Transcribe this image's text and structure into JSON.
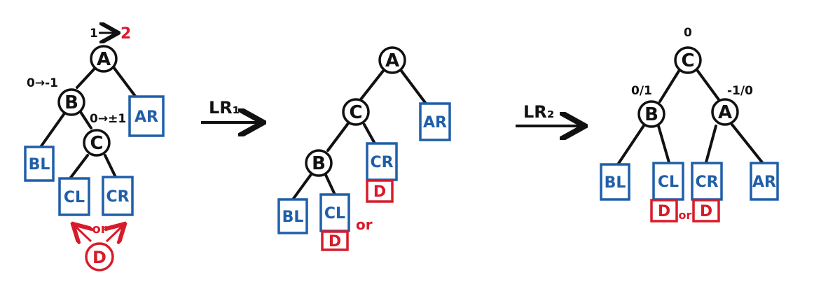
{
  "colors": {
    "ink": "#111111",
    "blue": "#1f5fa8",
    "red": "#d81b2a"
  },
  "arrows": {
    "lr1": "LR₁",
    "lr2": "LR₂"
  },
  "panel1": {
    "root_balance_old": "1",
    "root_balance_new": "2",
    "b_balance": "0→-1",
    "c_balance": "0→±1",
    "node_a": "A",
    "node_b": "B",
    "node_c": "C",
    "box_ar": "AR",
    "box_bl": "BL",
    "box_cl": "CL",
    "box_cr": "CR",
    "or_label": "or",
    "node_d": "D"
  },
  "panel2": {
    "node_a": "A",
    "node_c": "C",
    "node_b": "B",
    "box_ar": "AR",
    "box_cr": "CR",
    "box_bl": "BL",
    "box_cl": "CL",
    "d_under_cr": "D",
    "d_under_cl": "D",
    "or_label": "or"
  },
  "panel3": {
    "root_balance": "0",
    "b_balance": "0/1",
    "a_balance": "-1/0",
    "node_c": "C",
    "node_b": "B",
    "node_a": "A",
    "box_bl": "BL",
    "box_cl": "CL",
    "box_cr": "CR",
    "box_ar": "AR",
    "d_left": "D",
    "d_right": "D",
    "or_label": "or"
  }
}
